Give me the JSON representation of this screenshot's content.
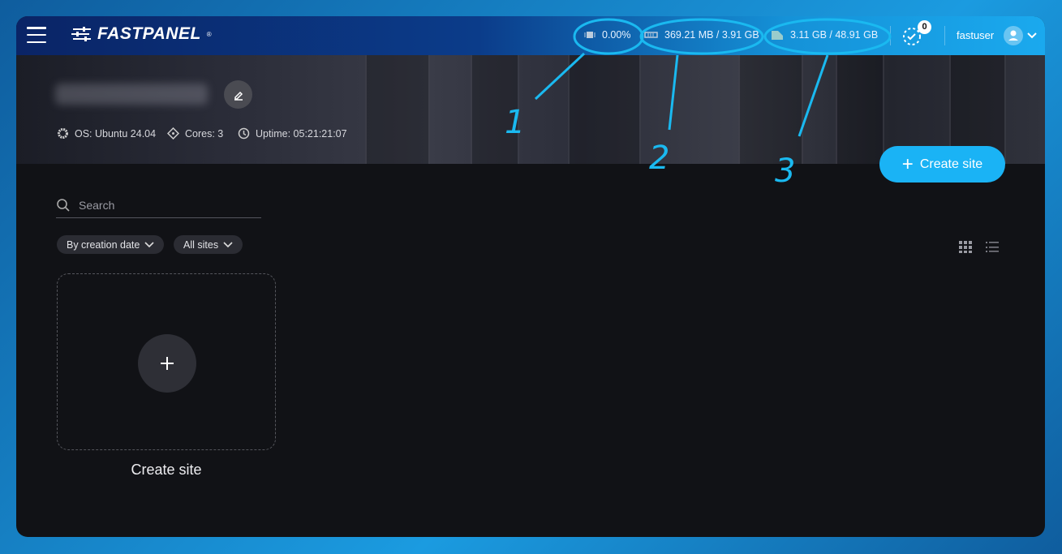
{
  "header": {
    "logo": "FASTPANEL",
    "logo_mark": "®",
    "cpu": "0.00%",
    "ram": "369.21 MB / 3.91 GB",
    "disk": "3.11 GB / 48.91 GB",
    "tasks_count": "0",
    "username": "fastuser"
  },
  "server": {
    "os": "OS: Ubuntu 24.04",
    "cores": "Cores: 3",
    "uptime": "Uptime: 05:21:21:07"
  },
  "toolbar": {
    "create_label": "Create site",
    "search_placeholder": "Search",
    "sort_label": "By creation date",
    "filter_label": "All sites"
  },
  "card": {
    "label": "Create site"
  },
  "annotations": [
    "1",
    "2",
    "3"
  ],
  "colors": {
    "accent": "#1ab3f5",
    "annotation": "#1ab9f0",
    "background": "#111216"
  }
}
